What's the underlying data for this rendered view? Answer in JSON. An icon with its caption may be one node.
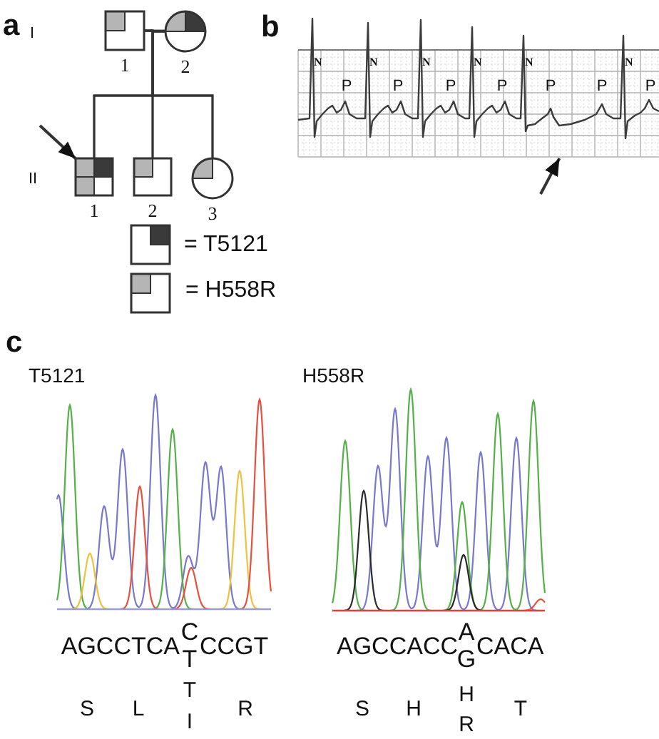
{
  "diagram": {
    "nodes": [
      {
        "text": [
          "1"
        ]
      },
      {
        "text": [
          "2"
        ]
      },
      {
        "text": [
          "1"
        ]
      },
      {
        "text": [
          "2"
        ]
      },
      {
        "text": [
          "3"
        ]
      },
      {
        "text": [],
        "shape": "picture"
      }
    ],
    "edges": [
      {
        "from": 0,
        "to": 1,
        "arrow": "none"
      },
      {
        "from": 0,
        "to": 2,
        "arrow": "none"
      },
      {
        "from": 0,
        "to": 3,
        "arrow": "none"
      },
      {
        "from": 0,
        "to": 4,
        "arrow": "none"
      },
      {
        "from": 1,
        "to": 2,
        "arrow": "none"
      },
      {
        "from": 1,
        "to": 3,
        "arrow": "none"
      },
      {
        "from": 1,
        "to": 4,
        "arrow": "none"
      },
      {
        "from": null,
        "to": 2,
        "arrow": "to"
      },
      {
        "from": null,
        "to": 5,
        "arrow": "to"
      }
    ],
    "labels": [
      "a",
      "I",
      "b",
      "N",
      "N",
      "N",
      "N",
      "N",
      "N",
      "P",
      "P",
      "P",
      "P",
      "P",
      "P",
      "P",
      "II",
      "c",
      "T5121",
      "H558R",
      "AGCCTCA",
      "C",
      "T",
      "CCGT",
      "AGCCACC",
      "A",
      "G",
      "CACA",
      "S",
      "L",
      "T",
      "I",
      "R",
      "S",
      "H",
      "H",
      "R",
      "T"
    ],
    "legend": [
      {
        "text": "= T5121"
      },
      {
        "text": "= H558R"
      }
    ]
  }
}
